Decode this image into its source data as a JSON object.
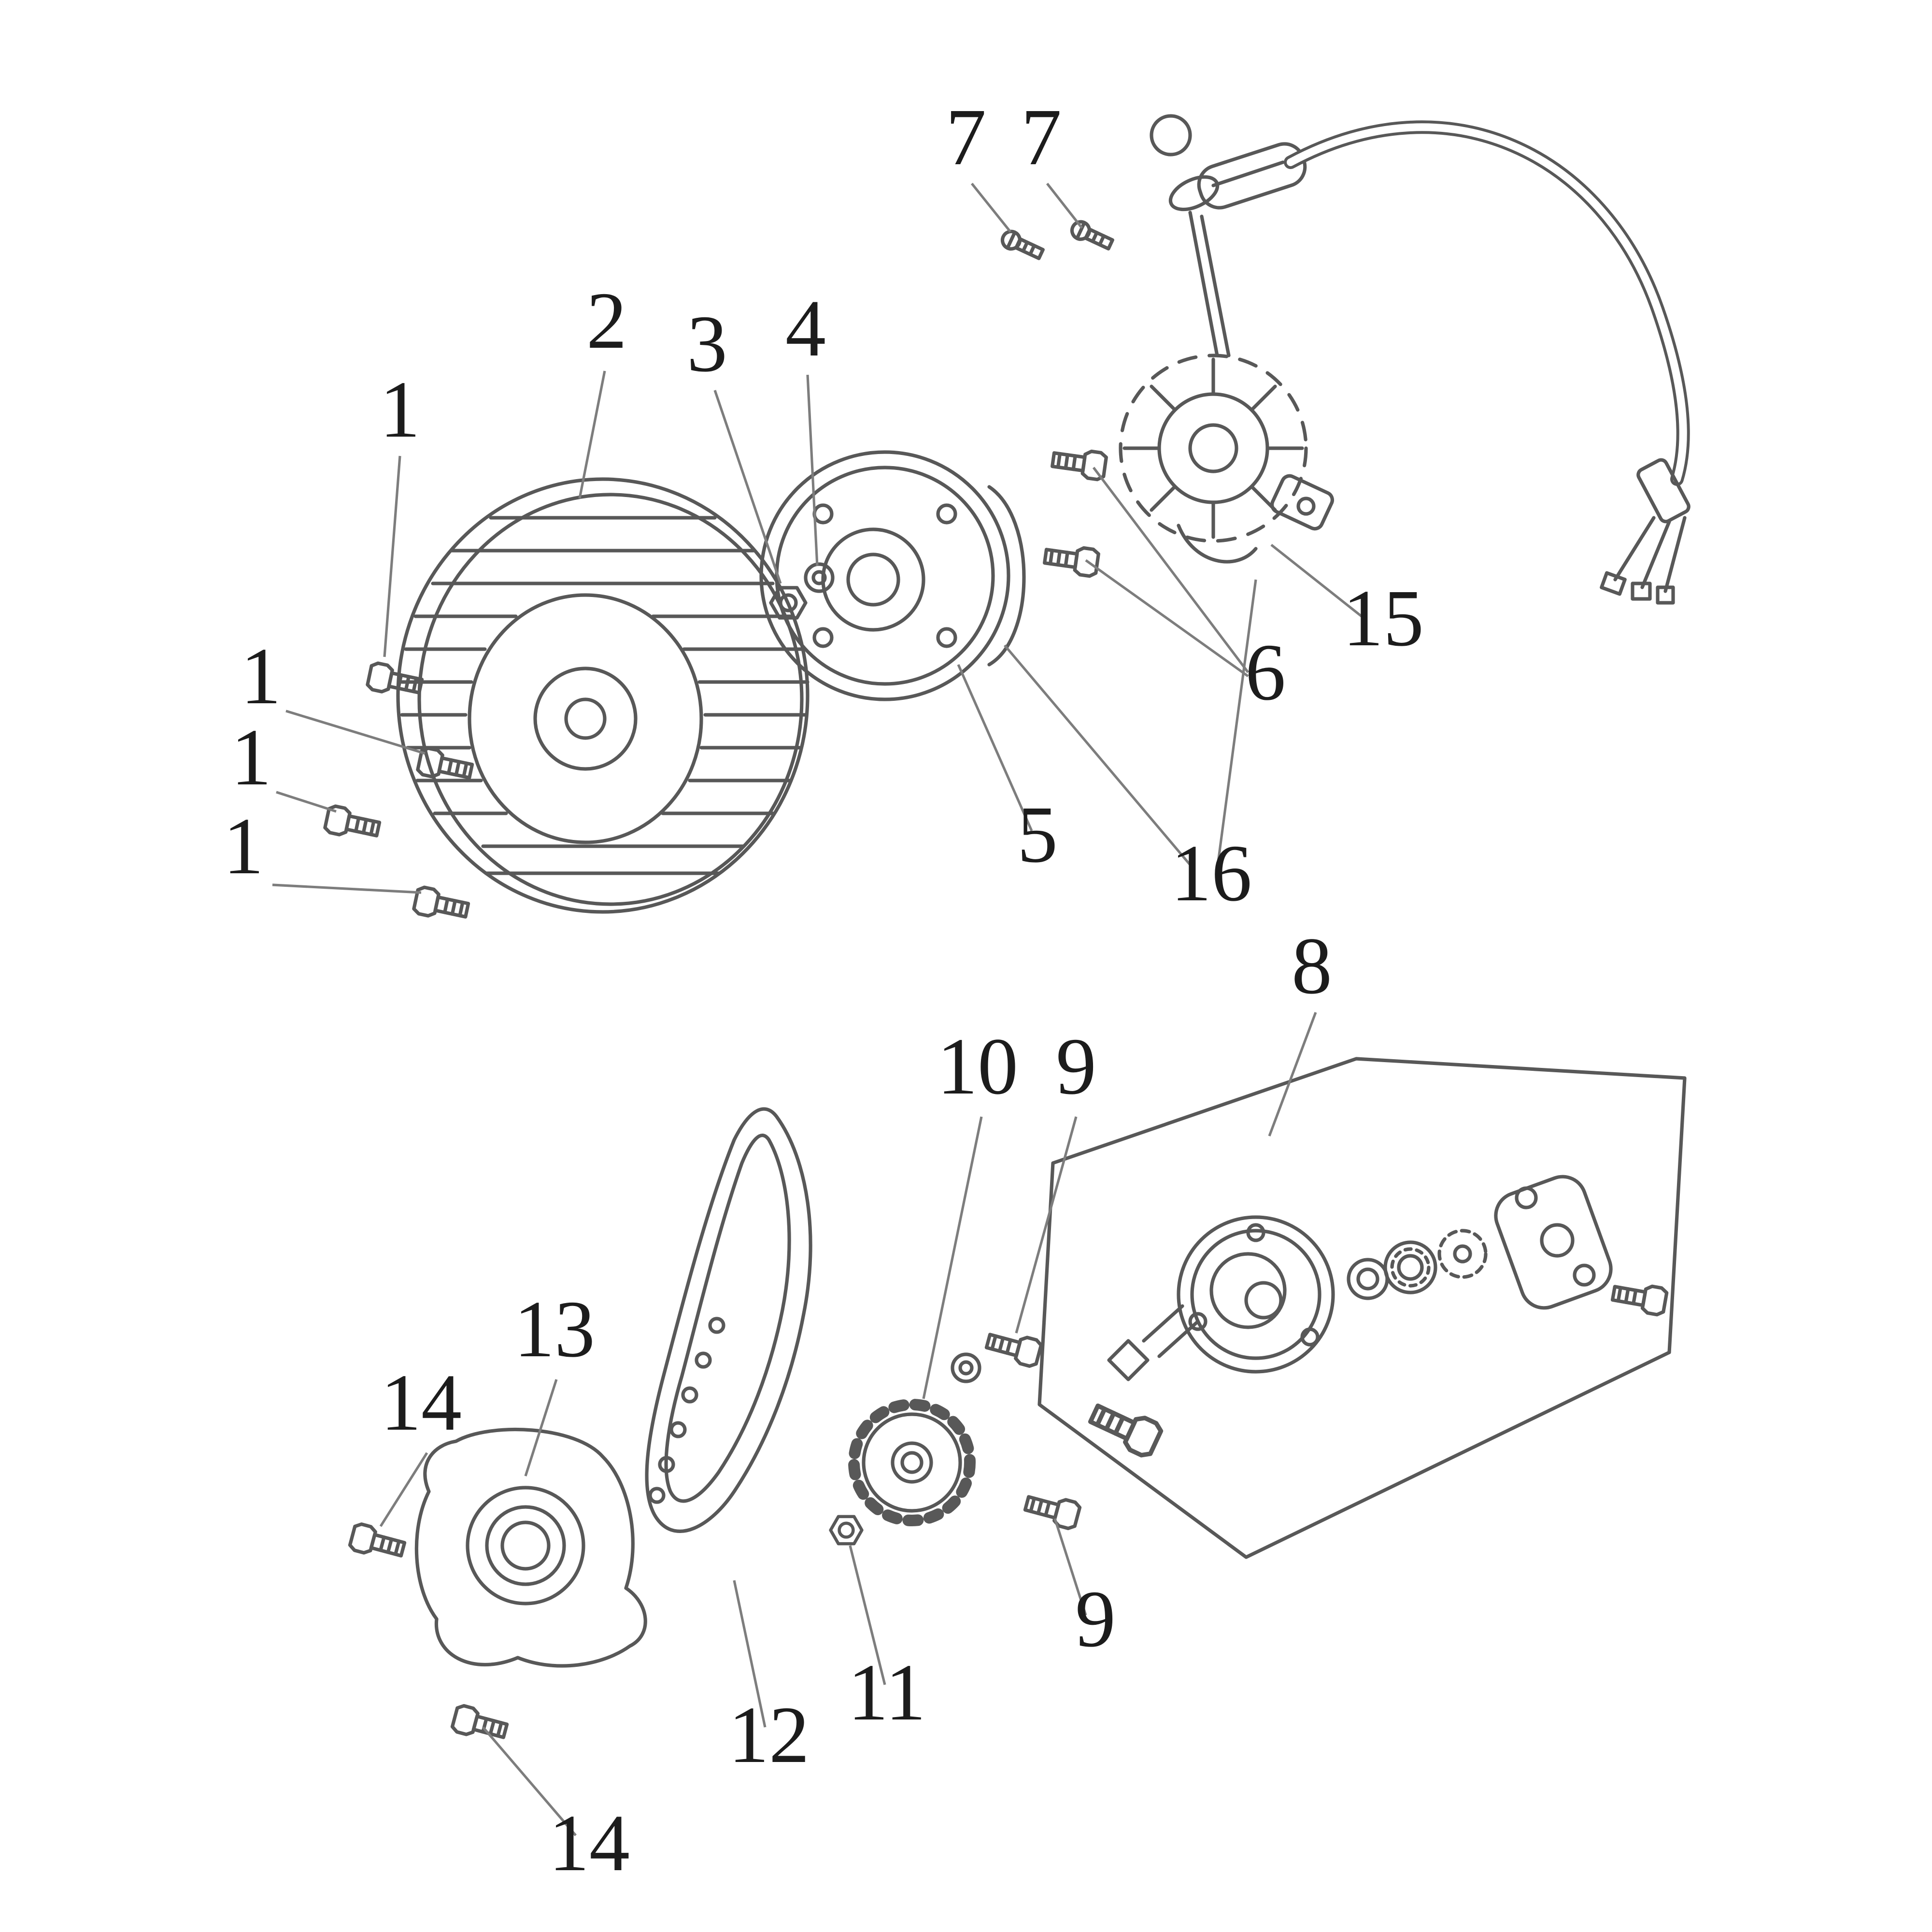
{
  "colors": {
    "background": "#ffffff",
    "line": "#585858",
    "leader": "#7d7d7d",
    "label": "#1c1c1c"
  },
  "diagram": {
    "type": "exploded-parts-diagram",
    "callouts": [
      {
        "label": "7"
      },
      {
        "label": "7"
      },
      {
        "label": "2"
      },
      {
        "label": "3"
      },
      {
        "label": "4"
      },
      {
        "label": "1"
      },
      {
        "label": "1"
      },
      {
        "label": "1"
      },
      {
        "label": "1"
      },
      {
        "label": "6"
      },
      {
        "label": "15"
      },
      {
        "label": "5"
      },
      {
        "label": "16"
      },
      {
        "label": "8"
      },
      {
        "label": "10"
      },
      {
        "label": "9"
      },
      {
        "label": "13"
      },
      {
        "label": "14"
      },
      {
        "label": "11"
      },
      {
        "label": "12"
      },
      {
        "label": "9"
      },
      {
        "label": "14"
      }
    ]
  }
}
